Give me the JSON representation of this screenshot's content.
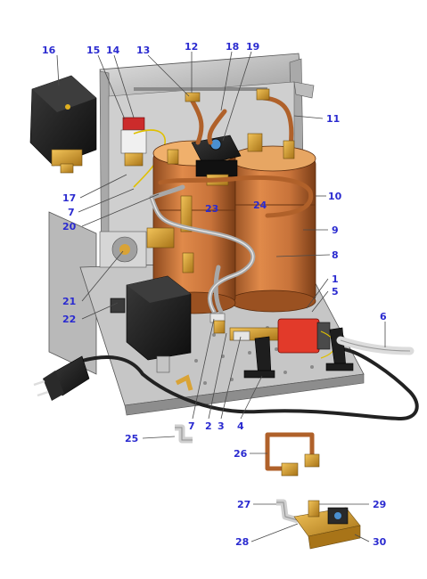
{
  "callouts": [
    {
      "id": "c16",
      "text": "16"
    },
    {
      "id": "c15",
      "text": "15"
    },
    {
      "id": "c14",
      "text": "14"
    },
    {
      "id": "c13",
      "text": "13"
    },
    {
      "id": "c12",
      "text": "12"
    },
    {
      "id": "c18",
      "text": "18"
    },
    {
      "id": "c19",
      "text": "19"
    },
    {
      "id": "c11",
      "text": "11"
    },
    {
      "id": "c10",
      "text": "10"
    },
    {
      "id": "c9",
      "text": "9"
    },
    {
      "id": "c8",
      "text": "8"
    },
    {
      "id": "c1",
      "text": "1"
    },
    {
      "id": "c5",
      "text": "5"
    },
    {
      "id": "c6",
      "text": "6"
    },
    {
      "id": "c17",
      "text": "17"
    },
    {
      "id": "c7a",
      "text": "7"
    },
    {
      "id": "c20",
      "text": "20"
    },
    {
      "id": "c23",
      "text": "23"
    },
    {
      "id": "c24",
      "text": "24"
    },
    {
      "id": "c21",
      "text": "21"
    },
    {
      "id": "c22",
      "text": "22"
    },
    {
      "id": "c7b",
      "text": "7"
    },
    {
      "id": "c2",
      "text": "2"
    },
    {
      "id": "c3",
      "text": "3"
    },
    {
      "id": "c4",
      "text": "4"
    },
    {
      "id": "c25",
      "text": "25"
    },
    {
      "id": "c26",
      "text": "26"
    },
    {
      "id": "c27",
      "text": "27"
    },
    {
      "id": "c29",
      "text": "29"
    },
    {
      "id": "c28",
      "text": "28"
    },
    {
      "id": "c30",
      "text": "30"
    }
  ],
  "colors": {
    "label": "#2b2bd0",
    "frame": "#bfbfbf",
    "copper": "#c8733a",
    "brass": "#d9a336",
    "black": "#1e1e1e"
  }
}
